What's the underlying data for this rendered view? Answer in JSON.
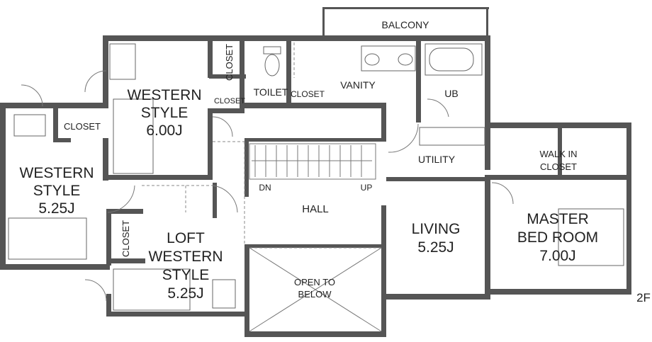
{
  "plan": {
    "floor_label": "2F",
    "rooms": {
      "balcony": "BALCONY",
      "toilet": "TOILET",
      "vanity": "VANITY",
      "ub": "UB",
      "utility": "UTILITY",
      "walk_in_line1": "WALK IN",
      "walk_in_line2": "CLOSET",
      "closet_top": "CLOSET",
      "closet_mid": "CLOSET",
      "closet_small": "CLOSET",
      "closet_left": "CLOSET",
      "closet_loft": "CLOSET",
      "western6_line1": "WESTERN",
      "western6_line2": "STYLE",
      "western6_line3": "6.00J",
      "western525_line1": "WESTERN",
      "western525_line2": "STYLE",
      "western525_line3": "5.25J",
      "loft_line1": "LOFT",
      "loft_line2": "WESTERN",
      "loft_line3": "STYLE",
      "loft_line4": "5.25J",
      "hall": "HALL",
      "dn": "DN",
      "up": "UP",
      "open_line1": "OPEN TO",
      "open_line2": "BELOW",
      "living_line1": "LIVING",
      "living_line2": "5.25J",
      "master_line1": "MASTER",
      "master_line2": "BED ROOM",
      "master_line3": "7.00J"
    }
  }
}
